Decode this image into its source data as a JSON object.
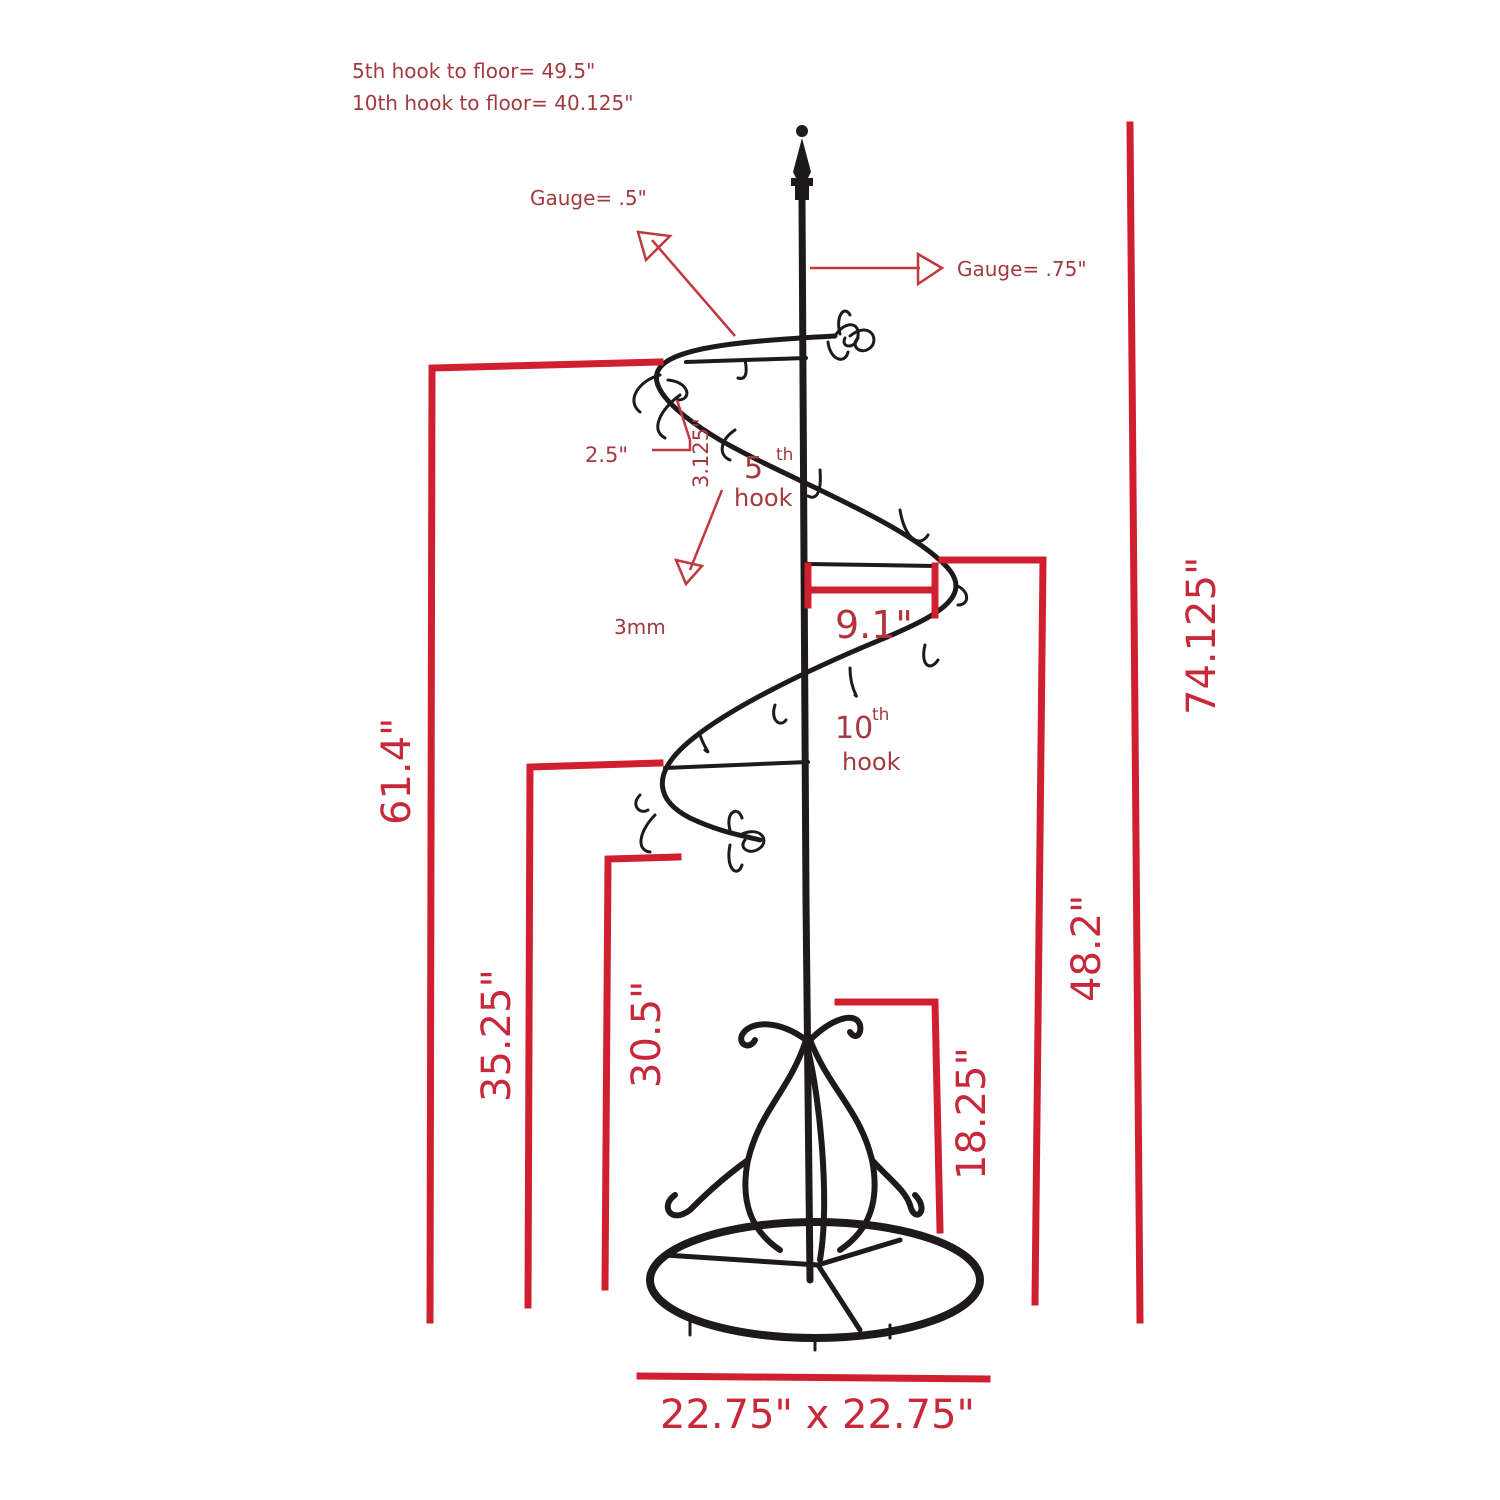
{
  "notes": {
    "fifth_hook_to_floor": "5th hook to floor= 49.5\"",
    "tenth_hook_to_floor": "10th hook to floor= 40.125\""
  },
  "callouts": {
    "gauge_spiral": "Gauge= .5\"",
    "gauge_pole": "Gauge= .75\"",
    "wire_thickness": "3mm",
    "hook_width": "2.5\"",
    "hook_height": "3.125\"",
    "fifth_hook_num": "5",
    "fifth_hook_sup": "th",
    "fifth_hook_word": "hook",
    "tenth_hook_num": "10",
    "tenth_hook_sup": "th",
    "tenth_hook_word": "hook"
  },
  "dimensions": {
    "spiral_radius": "9.1\"",
    "top_spiral_height": "61.4\"",
    "lower_spiral_height": "35.25\"",
    "bottom_scroll_height": "30.5\"",
    "base_scroll_height": "18.25\"",
    "mid_spiral_height": "48.2\"",
    "total_height": "74.125\"",
    "base_footprint": "22.75\" x 22.75\""
  },
  "colors": {
    "dimension_lines": "#d01f2f",
    "text": "#a33a40",
    "metal": "#1e1a1a"
  }
}
